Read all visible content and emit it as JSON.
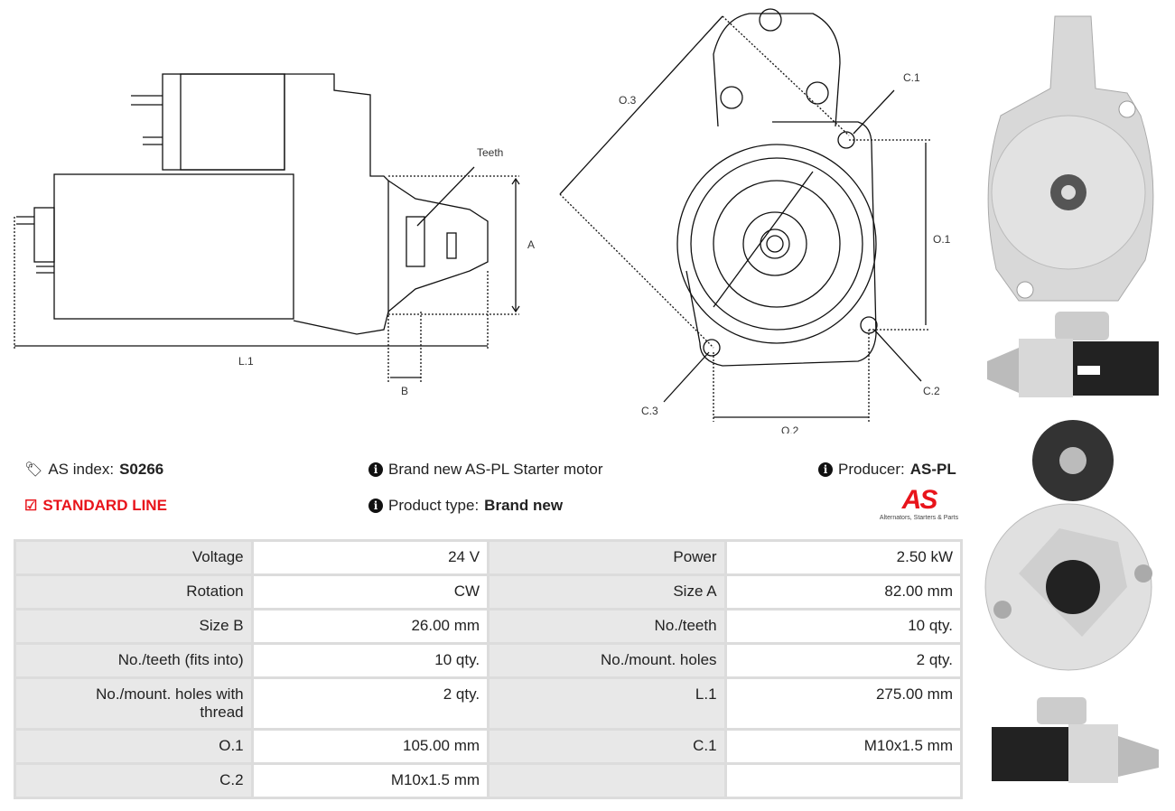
{
  "drawing_labels": {
    "teeth": "Teeth",
    "a": "A",
    "l1": "L.1",
    "b": "B",
    "o3": "O.3",
    "c1": "C.1",
    "o1": "O.1",
    "c2": "C.2",
    "o2": "O.2",
    "c3": "C.3"
  },
  "info": {
    "as_index_label": "AS index:",
    "as_index_value": "S0266",
    "line": "STANDARD LINE",
    "description": "Brand new AS-PL Starter motor",
    "product_type_label": "Product type:",
    "product_type_value": "Brand new",
    "producer_label": "Producer:",
    "producer_value": "AS-PL",
    "logo_text": "AS",
    "logo_tagline": "Alternators, Starters & Parts"
  },
  "colors": {
    "accent": "#e8141b",
    "cell_key": "#e8e8e8",
    "border": "#dcdcdc"
  },
  "specs": [
    [
      "Voltage",
      "24 V",
      "Power",
      "2.50 kW"
    ],
    [
      "Rotation",
      "CW",
      "Size A",
      "82.00 mm"
    ],
    [
      "Size B",
      "26.00 mm",
      "No./teeth",
      "10 qty."
    ],
    [
      "No./teeth (fits into)",
      "10 qty.",
      "No./mount. holes",
      "2 qty."
    ],
    [
      "No./mount. holes with thread",
      "2 qty.",
      "L.1",
      "275.00 mm"
    ],
    [
      "O.1",
      "105.00 mm",
      "C.1",
      "M10x1.5 mm"
    ],
    [
      "C.2",
      "M10x1.5 mm",
      "",
      ""
    ]
  ]
}
